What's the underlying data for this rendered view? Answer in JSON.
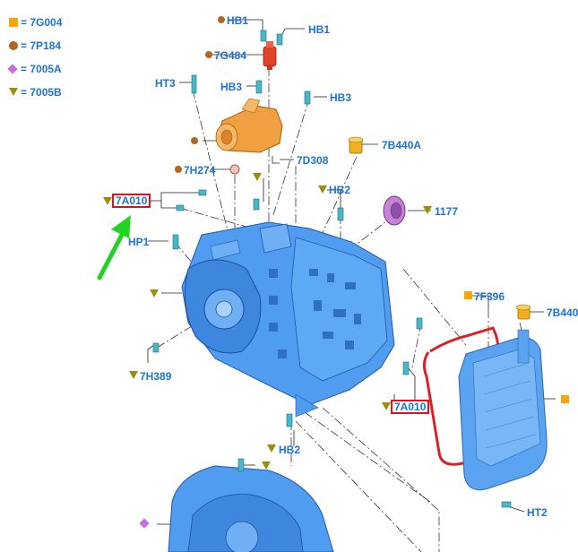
{
  "legend": {
    "items": [
      {
        "symbol": "square",
        "color": "#f7a800",
        "label": "= 7G004"
      },
      {
        "symbol": "circle",
        "color": "#b36522",
        "label": "= 7P184"
      },
      {
        "symbol": "diamond",
        "color": "#c86de0",
        "label": "= 7005A"
      },
      {
        "symbol": "triangle",
        "color": "#9a8d10",
        "label": "= 7005B"
      }
    ]
  },
  "callouts": {
    "hb1_left": "HB1",
    "hb1_right": "HB1",
    "c7g484": "7G484",
    "ht3": "HT3",
    "hb3_left": "HB3",
    "hb3_right": "HB3",
    "c7h274": "7H274",
    "c7d308": "7D308",
    "c7b440a": "7B440A",
    "hb2_top": "HB2",
    "c1177": "1177",
    "c7a010_top": "7A010",
    "hp1": "HP1",
    "c7f396": "7F396",
    "c7b440": "7B440",
    "c7h389": "7H389",
    "c7a010_bottom": "7A010",
    "hb2_bottom": "HB2",
    "ht2": "HT2"
  },
  "colors": {
    "label_blue": "#1c73d6",
    "highlight_red": "#e10f1f",
    "pointer_green": "#1fd31f",
    "part_blue": "#4f9cf0",
    "part_orange": "#f0a040"
  }
}
